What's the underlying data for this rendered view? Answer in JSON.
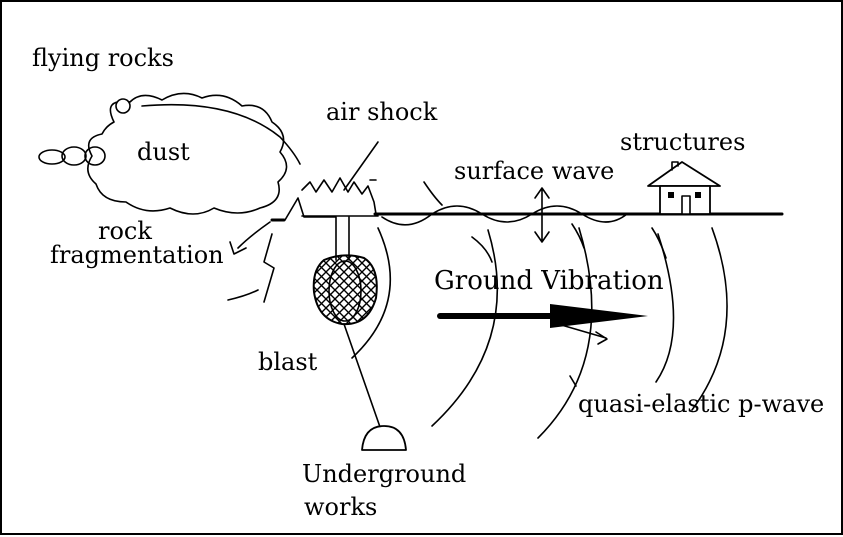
{
  "labels": {
    "flying_rocks": "flying rocks",
    "dust": "dust",
    "air_shock": "air shock",
    "surface_wave": "surface wave",
    "structures": "structures",
    "rock": "rock",
    "fragmentation": "fragmentation",
    "ground_vibration": "Ground Vibration",
    "blast": "blast",
    "p_wave": "quasi-elastic p-wave",
    "underground": "Underground",
    "works": "works"
  },
  "colors": {
    "ink": "#000000",
    "background": "#ffffff"
  }
}
